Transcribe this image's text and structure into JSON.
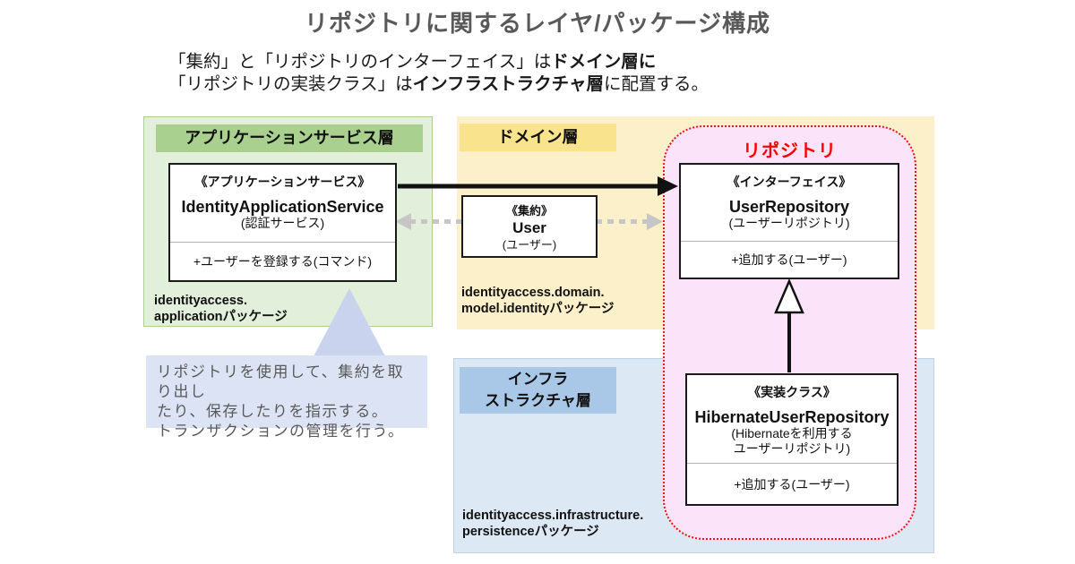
{
  "title": "リポジトリに関するレイヤ/パッケージ構成",
  "subtitle": {
    "line1_normal": "「集約」と「リポジトリのインターフェイス」は",
    "line1_bold": "ドメイン層に",
    "line2_normal_start": "「リポジトリの実装クラス」は",
    "line2_bold": "インフラストラクチャ層",
    "line2_normal_end": "に配置する。"
  },
  "layers": {
    "application": {
      "header": "アプリケーションサービス層",
      "package_line1": "identityaccess.",
      "package_line2": "applicationパッケージ"
    },
    "domain": {
      "header": "ドメイン層",
      "package_line1": "identityaccess.domain.",
      "package_line2": "model.identityパッケージ"
    },
    "infrastructure": {
      "header_line1": "インフラ",
      "header_line2": "ストラクチャ層",
      "package_line1": "identityaccess.infrastructure.",
      "package_line2": "persistenceパッケージ"
    }
  },
  "repository_group": {
    "title": "リポジトリ"
  },
  "classes": {
    "application_service": {
      "stereotype": "《アプリケーションサービス》",
      "name": "IdentityApplicationService",
      "jp_name": "(認証サービス)",
      "method": "+ユーザーを登録する(コマンド)"
    },
    "aggregate": {
      "stereotype": "《集約》",
      "name": "User",
      "jp_name": "(ユーザー)"
    },
    "repository_interface": {
      "stereotype": "《インターフェイス》",
      "name": "UserRepository",
      "jp_name": "(ユーザーリポジトリ)",
      "method": "+追加する(ユーザー)"
    },
    "repository_impl": {
      "stereotype": "《実装クラス》",
      "name": "HibernateUserRepository",
      "jp_name_line1": "(Hibernateを利用する",
      "jp_name_line2": "ユーザーリポジトリ)",
      "method": "+追加する(ユーザー)"
    }
  },
  "note": {
    "lines": [
      "リポジトリを使用して、集約を取り出し",
      "たり、保存したりを指示する。",
      "トランザクションの管理を行う。"
    ]
  },
  "colors": {
    "title_gray": "#595959",
    "app_layer_fill": "#E2EFDA",
    "app_layer_header": "#A9D08E",
    "domain_layer_fill": "#FCF0CA",
    "domain_layer_header": "#FAE38D",
    "infra_layer_fill": "#DCE9F5",
    "infra_layer_header": "#A9C8E7",
    "repository_fill": "#FBE4FA",
    "repository_border": "#F61010",
    "repository_title": "#FF0000",
    "note_fill": "#DCE3F4",
    "note_pointer_fill": "#C9D3ED",
    "dashed_arrow": "#C6C6C6",
    "solid_arrow": "#111111"
  }
}
